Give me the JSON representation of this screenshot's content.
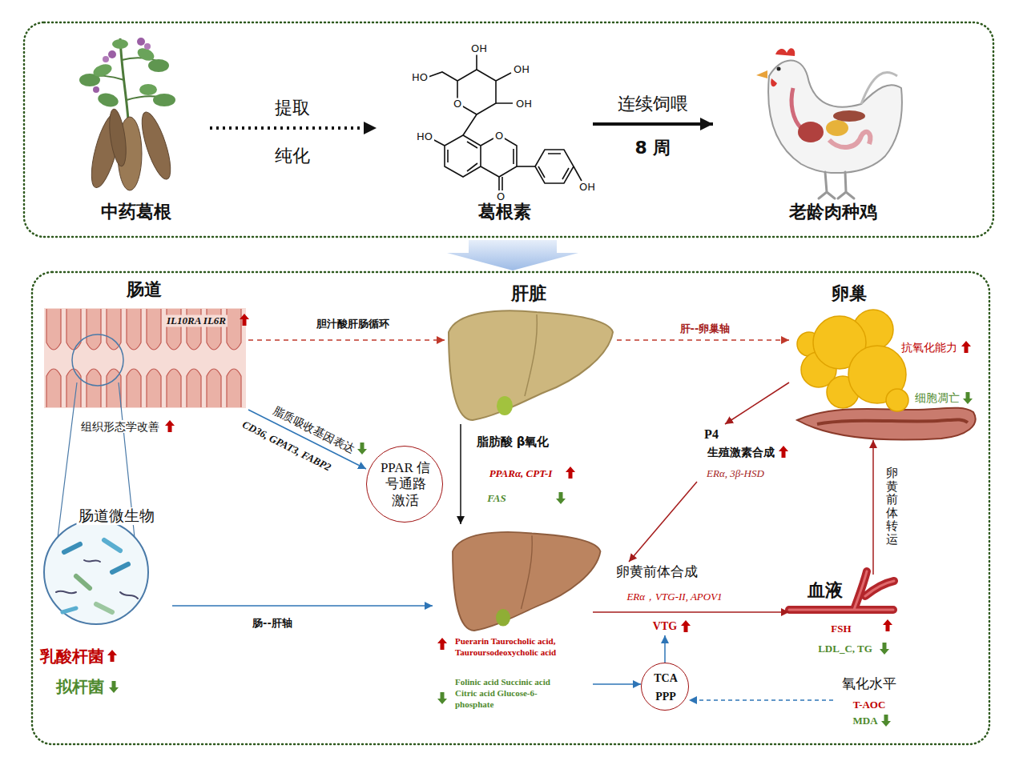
{
  "diagram": {
    "nodes": [
      {
        "text": [
          "中药葛根"
        ]
      },
      {
        "text": [
          "葛根素"
        ]
      },
      {
        "text": [
          "老龄肉种鸡"
        ]
      },
      {
        "text": [
          "肠道",
          "IL10RA IL6R",
          "组织形态学改善"
        ]
      },
      {
        "text": [
          "肠道微生物",
          "乳酸杆菌",
          "拟杆菌"
        ]
      },
      {
        "text": [
          "PPAR 信号通路 激活"
        ]
      },
      {
        "text": [
          "肝脏"
        ]
      },
      {
        "text": [
          "Puerarin Taurocholic acid, Tauroursodeoxycholic acid",
          "Folinic acid Succinic acid Citric acid Glucose-6-phosphate"
        ]
      },
      {
        "text": [
          "卵巢",
          "抗氧化能力",
          "细胞凋亡"
        ]
      },
      {
        "text": [
          "TCA",
          "PPP"
        ]
      },
      {
        "text": [
          "血液",
          "FSH",
          "LDL_C, TG"
        ]
      },
      {
        "text": [
          "氧化水平",
          "T-AOC",
          "MDA"
        ]
      },
      {
        "text": [
          "卵黄前体合成",
          "ERα，VTG-II, APOV1"
        ]
      },
      {
        "text": [
          "VTG"
        ]
      },
      {
        "text": [
          "P4",
          "生殖激素合成",
          "ERα, 3β-HSD"
        ]
      }
    ],
    "edges": [
      {
        "from": 0,
        "to": 1,
        "arrow": "to",
        "label": "提取"
      },
      {
        "from": 1,
        "to": 2,
        "arrow": "to",
        "label": "连续饲喂"
      },
      {
        "from": 3,
        "to": 6,
        "arrow": "to",
        "label": "胆汁酸肝肠循环"
      },
      {
        "from": 6,
        "to": 8,
        "arrow": "to",
        "label": "肝--卵巢轴"
      },
      {
        "from": 3,
        "to": 5,
        "arrow": "to",
        "label": "脂质吸收基因表达"
      },
      {
        "from": 4,
        "to": 7,
        "arrow": "to",
        "label": "肠--肝轴"
      },
      {
        "from": 6,
        "to": 7,
        "arrow": "to",
        "label": "脂肪酸 β氧化"
      },
      {
        "from": 8,
        "to": 14,
        "arrow": "to"
      },
      {
        "from": 14,
        "to": 12,
        "arrow": "to"
      },
      {
        "from": 7,
        "to": 10,
        "arrow": "to"
      },
      {
        "from": 7,
        "to": 9,
        "arrow": "to"
      },
      {
        "from": 9,
        "to": 13,
        "arrow": "to"
      },
      {
        "from": 11,
        "to": 9,
        "arrow": "to"
      },
      {
        "from": 10,
        "to": 8,
        "arrow": "to",
        "label": "卵黄前体转运"
      }
    ],
    "labels": [
      "纯化",
      "8 周",
      "CD36, GPAT3, FABP2",
      "PPARα, CPT-I",
      "FAS",
      "OH",
      "OH",
      "OH",
      "HO",
      "O",
      "HO",
      "O",
      "O",
      "OH"
    ]
  }
}
